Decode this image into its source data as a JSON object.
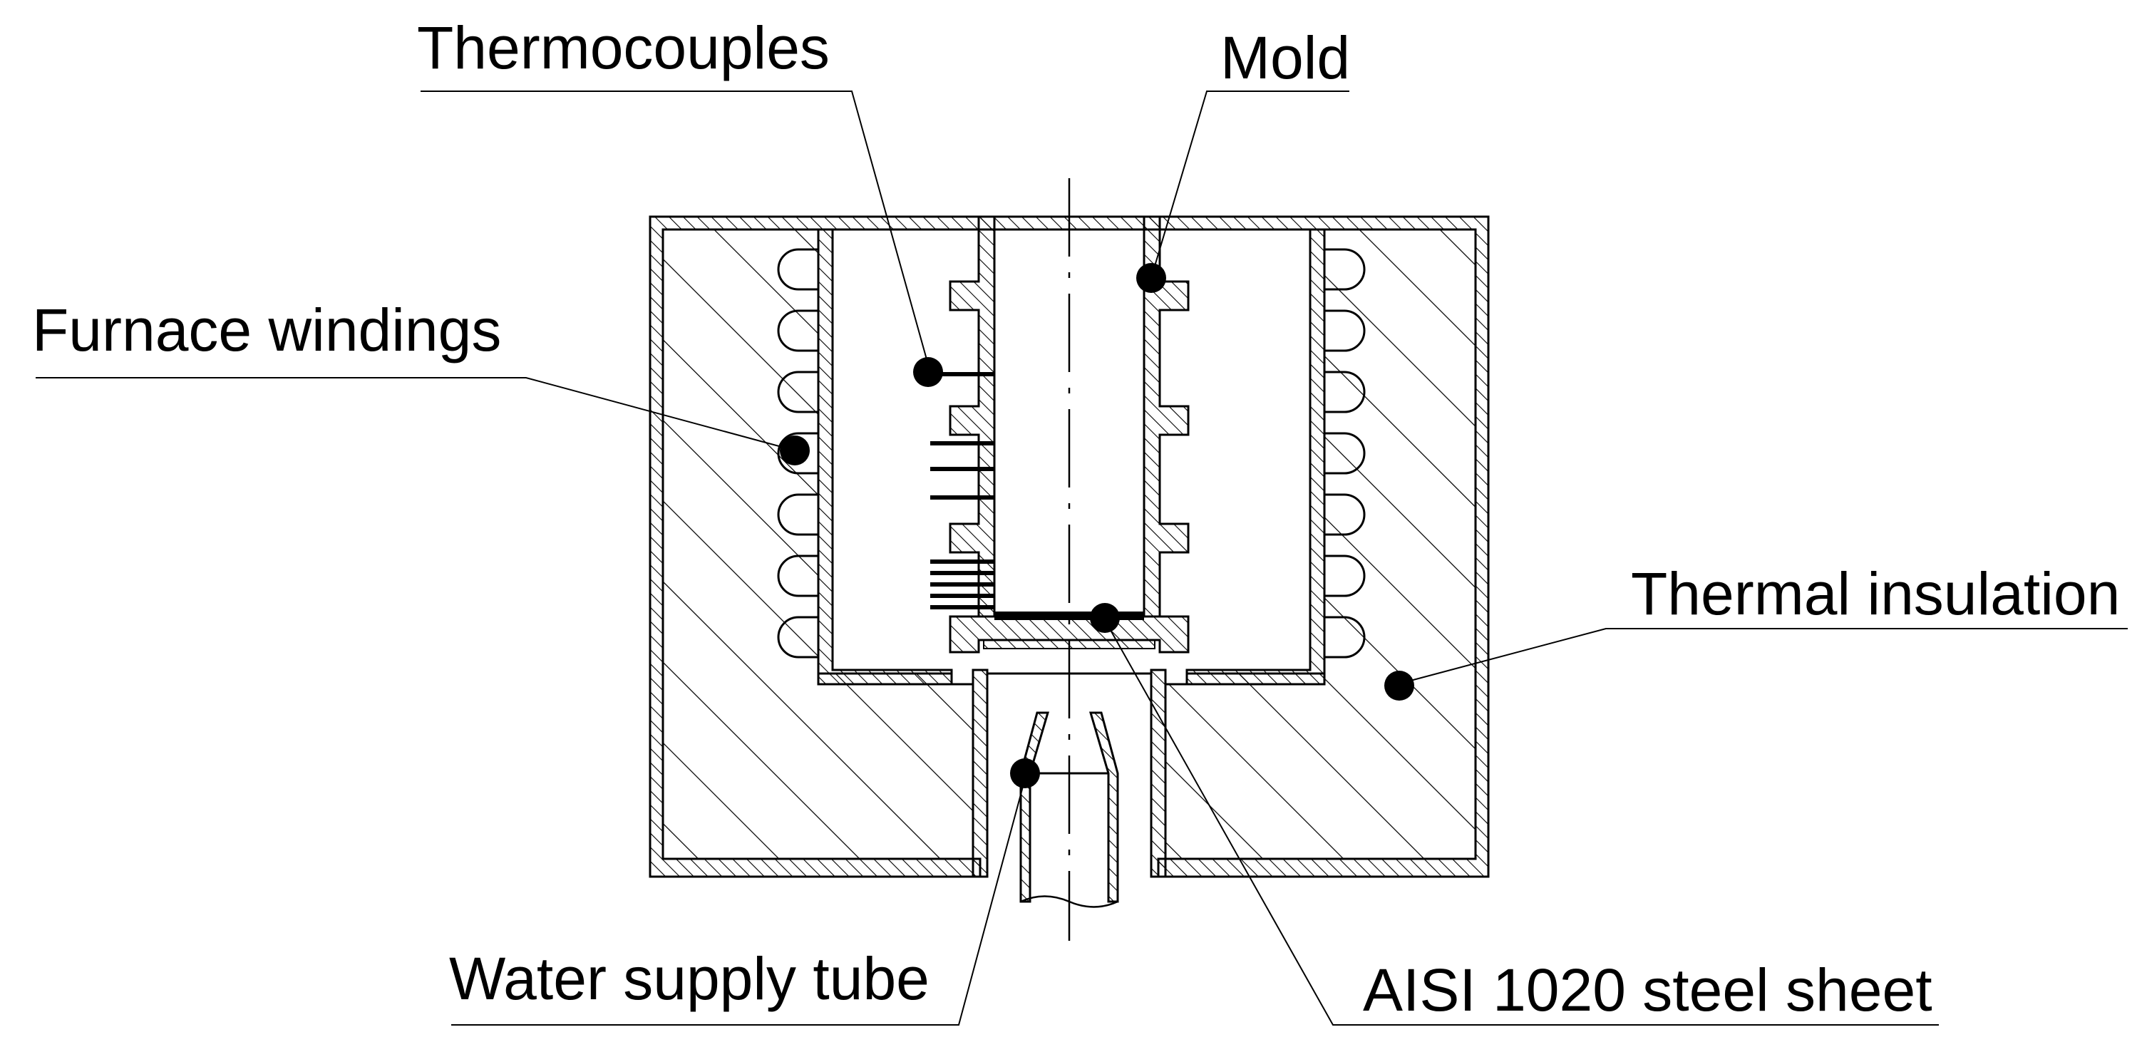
{
  "labels": {
    "thermocouples": "Thermocouples",
    "mold": "Mold",
    "furnace_windings": "Furnace windings",
    "thermal_insulation": "Thermal insulation",
    "water_supply_tube": "Water supply tube",
    "steel_sheet": "AISI 1020 steel sheet"
  },
  "colors": {
    "line": "#000000",
    "background": "#ffffff"
  }
}
